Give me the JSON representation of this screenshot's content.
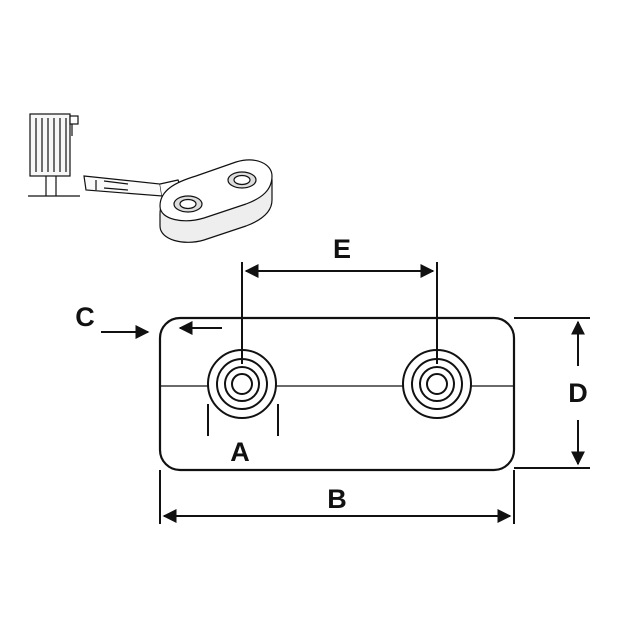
{
  "diagram": {
    "labels": {
      "a": "A",
      "b": "B",
      "c": "C",
      "d": "D",
      "e": "E"
    },
    "colors": {
      "line": "#111111",
      "background": "#ffffff",
      "shade": "#f2f2f2"
    },
    "icons": {
      "installation_illustration": "radiator-pipe-cover-installation-icon",
      "part_outline": "double-pipe-rosette-outline-icon"
    }
  }
}
